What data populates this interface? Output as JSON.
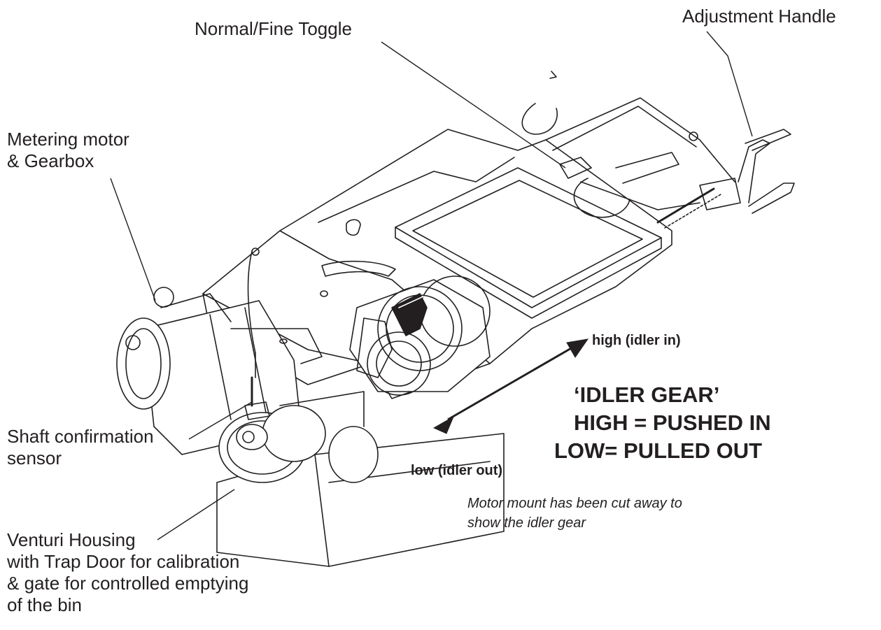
{
  "labels": {
    "adjustment_handle": "Adjustment Handle",
    "normal_fine_toggle": "Normal/Fine Toggle",
    "metering_motor": [
      "Metering motor",
      "& Gearbox"
    ],
    "shaft_sensor": [
      "Shaft confirmation",
      "sensor"
    ],
    "venturi_housing": [
      "Venturi Housing",
      "with Trap Door for calibration",
      "& gate for controlled emptying",
      "of the bin"
    ],
    "high": "high (idler in)",
    "low": "low (idler out)",
    "idler_heading": [
      "‘IDLER GEAR’",
      "HIGH = PUSHED IN",
      "LOW= PULLED OUT"
    ],
    "note": [
      "Motor mount has been cut away to",
      "show the idler gear"
    ]
  },
  "colors": {
    "ink": "#231f20",
    "background": "#ffffff"
  }
}
